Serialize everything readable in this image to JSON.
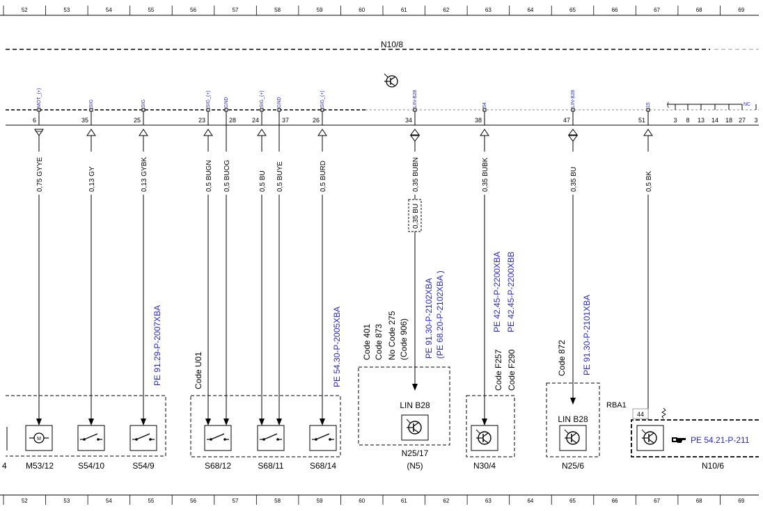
{
  "ruler": {
    "numbers": [
      "52",
      "53",
      "54",
      "55",
      "56",
      "57",
      "58",
      "59",
      "60",
      "61",
      "62",
      "63",
      "64",
      "65",
      "66",
      "67",
      "68",
      "69"
    ]
  },
  "module": {
    "name": "N10/8",
    "top_icon": "transistor-icon"
  },
  "pins": [
    {
      "pin": "6",
      "signal": "MOT_(+)",
      "wire": "0,75 GYYE",
      "arrow": "down"
    },
    {
      "pin": "35",
      "signal": "SIG",
      "wire": "0,13 GY",
      "arrow": "up"
    },
    {
      "pin": "25",
      "signal": "SIG",
      "wire": "0,13 GYBK",
      "arrow": "up"
    },
    {
      "pin": "23",
      "signal": "SIG_(+)",
      "wire": "0,5 BUGN",
      "arrow": "up"
    },
    {
      "pin": "28",
      "signal": "GND",
      "wire": "0,5 BUOG",
      "arrow": "none"
    },
    {
      "pin": "24",
      "signal": "SIG_(+)",
      "wire": "0,5 BU",
      "arrow": "up"
    },
    {
      "pin": "37",
      "signal": "GND",
      "wire": "0,5 BUYE",
      "arrow": "none"
    },
    {
      "pin": "26",
      "signal": "SIG_(+)",
      "wire": "0,5 BURD",
      "arrow": "up-open"
    },
    {
      "pin": "34",
      "signal": "LIN-B28",
      "wire": "0,35 BUBN",
      "arrow": "both"
    },
    {
      "pin": "38",
      "signal": "54",
      "wire": "0,35 BUBK",
      "arrow": "up"
    },
    {
      "pin": "47",
      "signal": "LIN-B28",
      "wire": "0,35 BU",
      "arrow": "both"
    },
    {
      "pin": "51",
      "signal": "15",
      "wire": "0,5 BK",
      "arrow": "up"
    }
  ],
  "bus_pins": [
    "3",
    "8",
    "13",
    "14",
    "18",
    "27",
    "3"
  ],
  "bus_label": "NC",
  "splice_wire": "0,35 BU",
  "references": {
    "s54_9": "PE 91.29-P-2007XBA",
    "s68_14": "PE 54.30-P-2005XBA",
    "n25_17_a": "PE 91.30-P-2102XBA",
    "n25_17_b": "(PE 68.20-P-2102XBA   )",
    "n30_4_a": "PE 42.45-P-2200XBA",
    "n30_4_b": "PE 42.45-P-2200XBB",
    "n25_6": "PE 91.30-P-2101XBA",
    "n10_6": "PE 54.21-P-211"
  },
  "codes": {
    "s68": "Code U01",
    "n25_17": [
      "Code 401",
      "Code 873",
      "No Code 275",
      "(Code 906)"
    ],
    "n30_4": [
      "Code F257",
      "Code F290"
    ],
    "n25_6": "Code 872"
  },
  "components": {
    "m53_12": "M53/12",
    "s54_10": "S54/10",
    "s54_9": "S54/9",
    "s68_12": "S68/12",
    "s68_11": "S68/11",
    "s68_14": "S68/14",
    "n25_17": "N25/17",
    "n25_17_sub": "(N5)",
    "n30_4": "N30/4",
    "n25_6": "N25/6",
    "n10_6": "N10/6",
    "lin_label": "LIN B28",
    "rba": "RBA1",
    "rba_pin": "44",
    "edge_text": "4"
  },
  "colors": {
    "reference_blue": "#2828c8",
    "line": "#000000"
  }
}
